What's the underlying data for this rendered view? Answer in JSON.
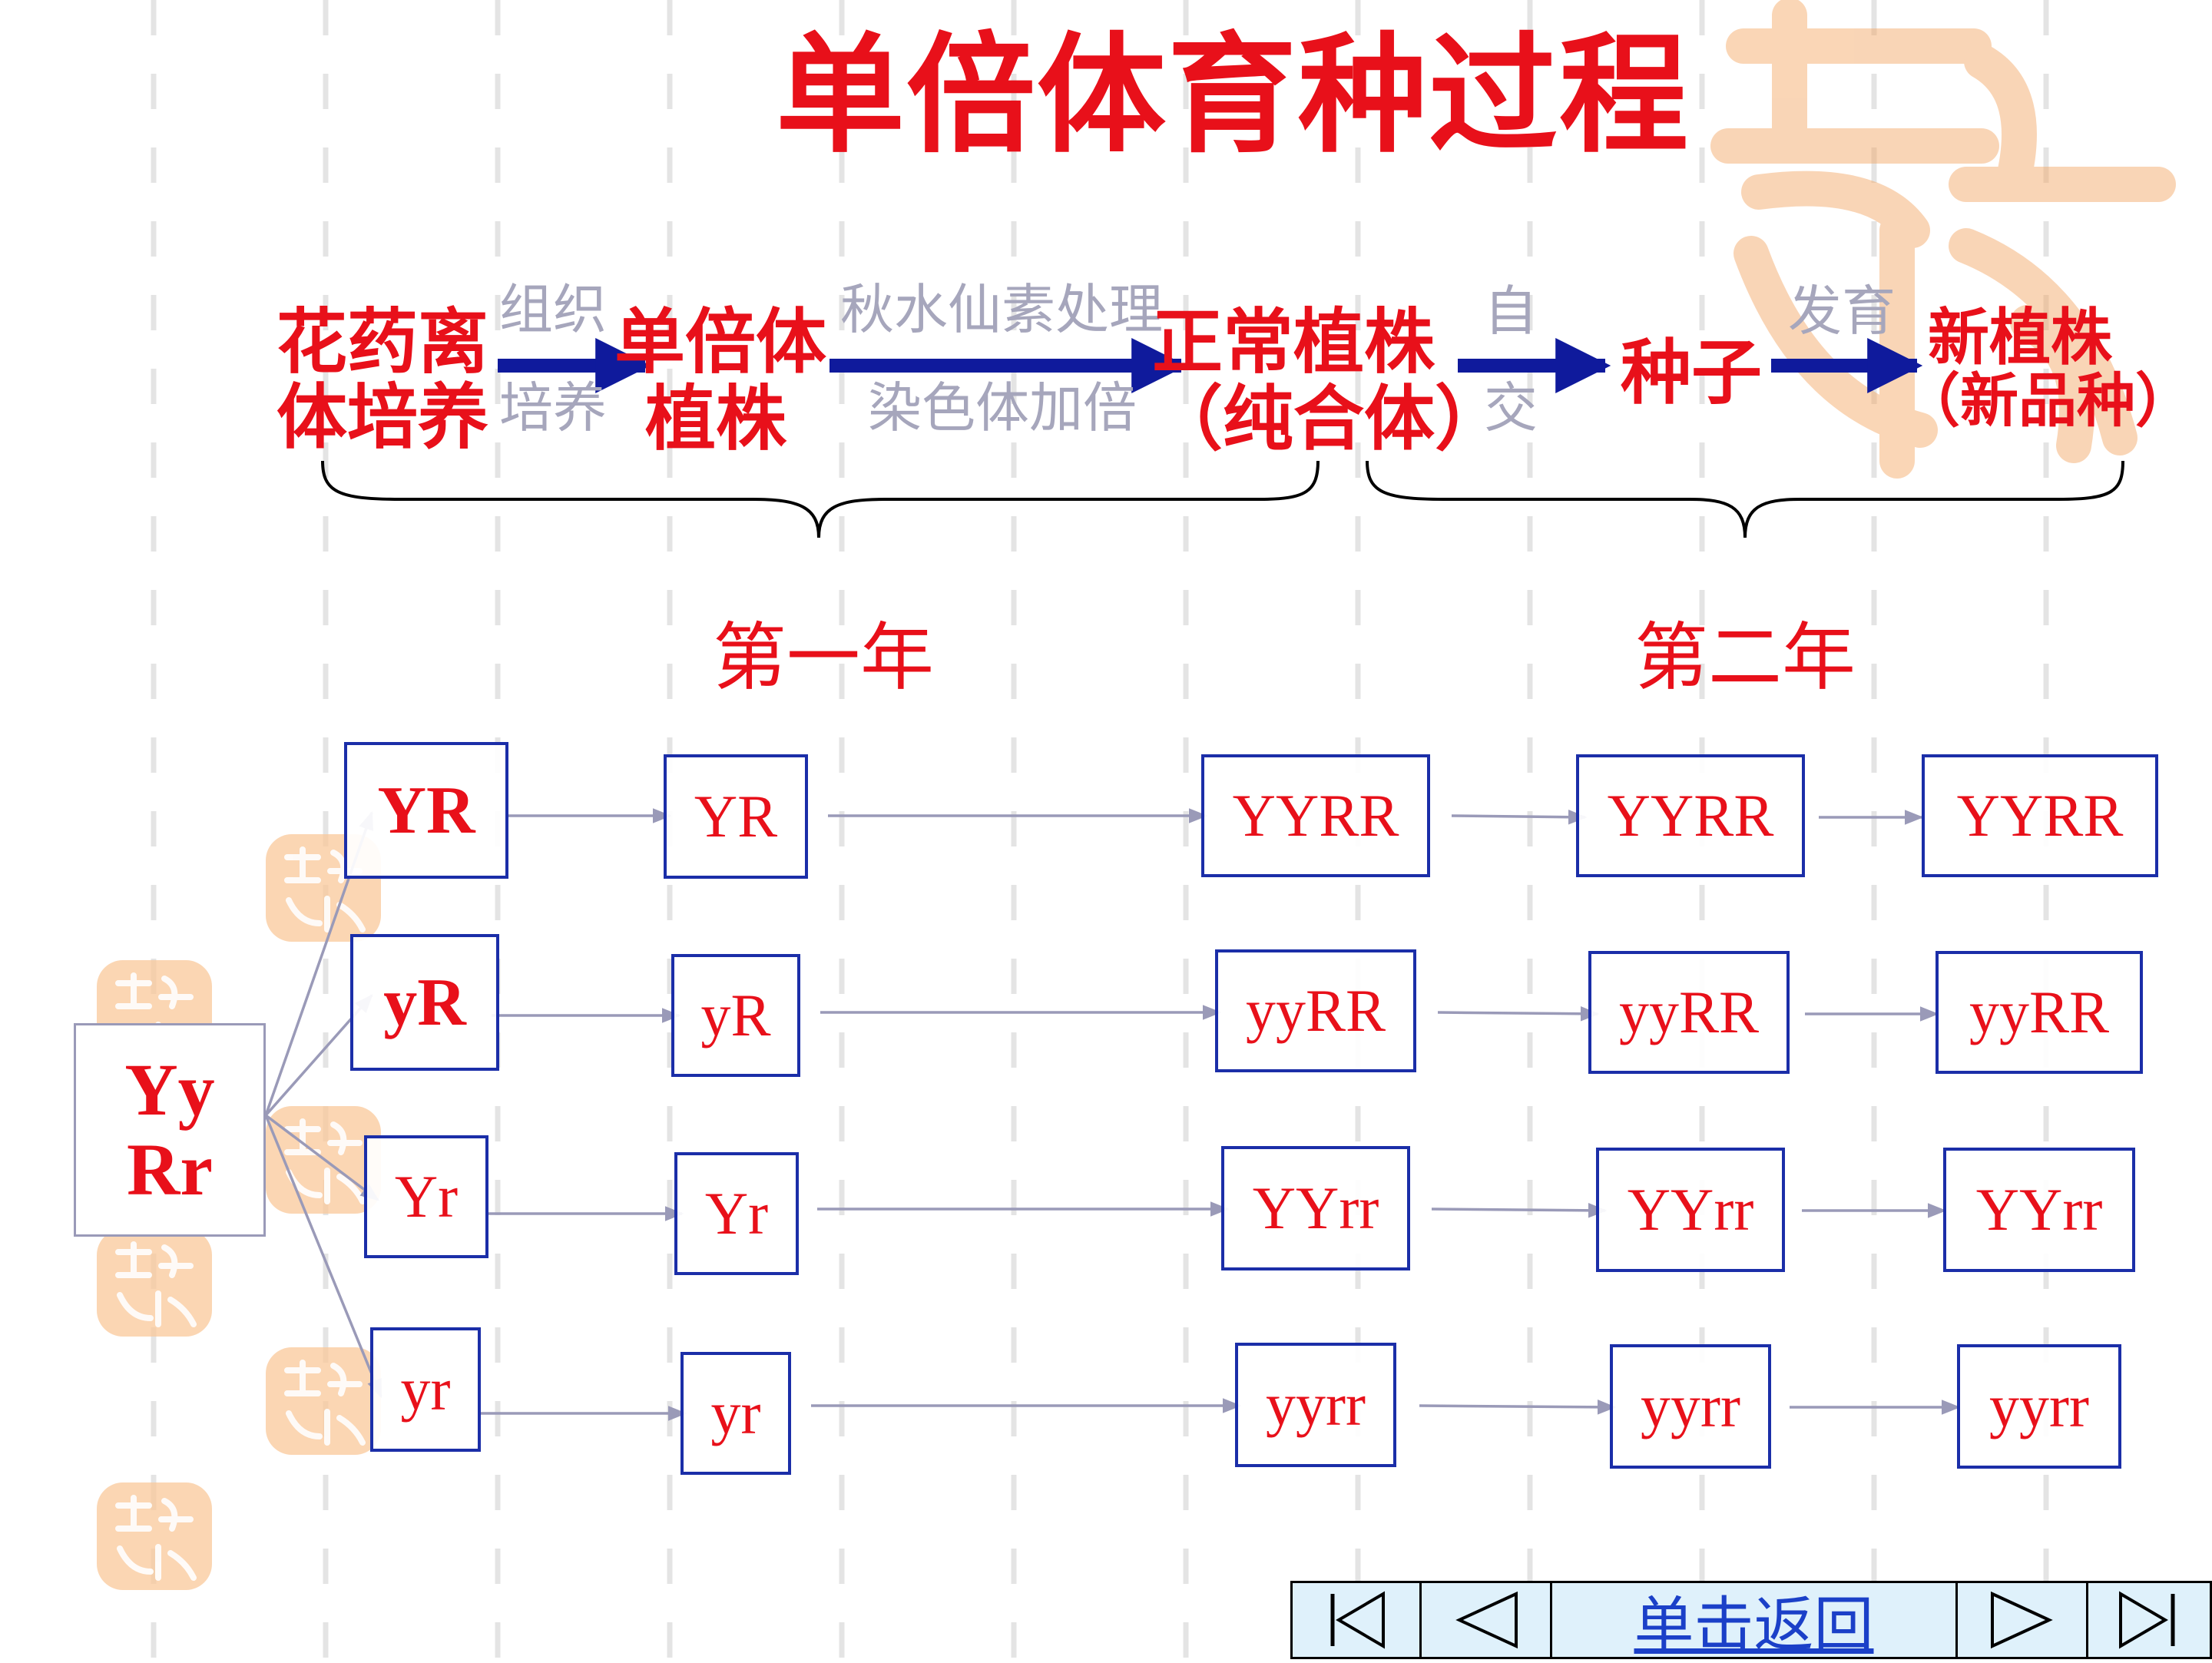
{
  "title": "单倍体育种过程",
  "flow": {
    "stage1": [
      "花药离",
      "体培养"
    ],
    "step1": [
      "组织",
      "培养"
    ],
    "stage2": [
      "单倍体",
      "植株"
    ],
    "step2": [
      "秋水仙素处理",
      "染色体加倍"
    ],
    "stage3": [
      "正常植株",
      "（纯合体）"
    ],
    "step3": [
      "自",
      "交"
    ],
    "stage4": "种子",
    "step4": "发育",
    "stage5": [
      "新植株",
      "（新品种）"
    ]
  },
  "years": {
    "first": "第一年",
    "second": "第二年"
  },
  "parent": {
    "line1": "Yy",
    "line2": "Rr"
  },
  "rows": [
    {
      "gamete": "YR",
      "haploid": "YR",
      "doubled": "YYRR",
      "selfed": "YYRR",
      "final": "YYRR"
    },
    {
      "gamete": "yR",
      "haploid": "yR",
      "doubled": "yyRR",
      "selfed": "yyRR",
      "final": "yyRR"
    },
    {
      "gamete": "Yr",
      "haploid": "Yr",
      "doubled": "YYrr",
      "selfed": "YYrr",
      "final": "YYrr"
    },
    {
      "gamete": "yr",
      "haploid": "yr",
      "doubled": "yyrr",
      "selfed": "yyrr",
      "final": "yyrr"
    }
  ],
  "nav": {
    "return_label": "单击返回"
  },
  "colors": {
    "accent_red": "#e8101a",
    "arrow_blue": "#0f1a9c",
    "box_border": "#1b2ea8",
    "connector": "#9a9ab8",
    "watermark": "#f9c89a",
    "nav_bg": "#dff1fb"
  }
}
